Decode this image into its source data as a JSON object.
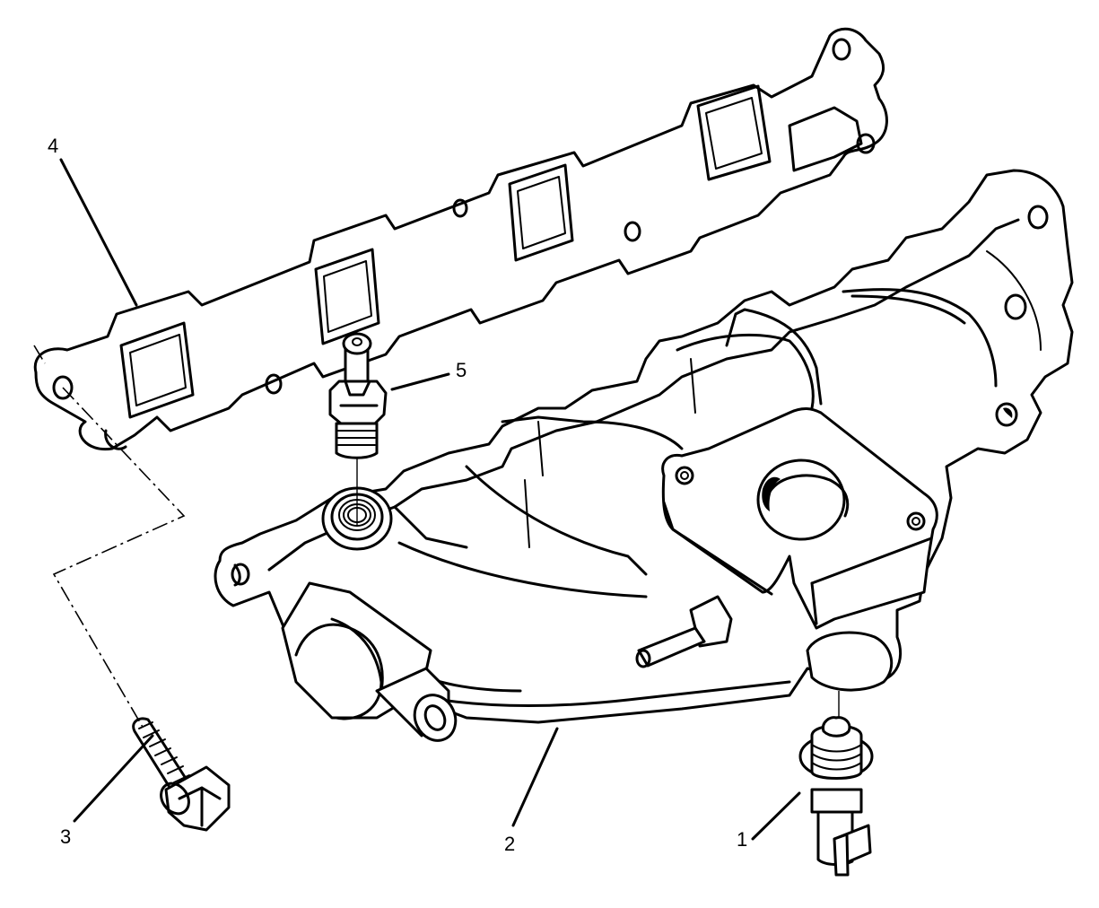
{
  "diagram": {
    "type": "exploded-view parts illustration",
    "subject": "intake manifold assembly",
    "colors": {
      "line": "#000000",
      "background": "#ffffff"
    },
    "callouts": [
      {
        "id": "1",
        "label": "1",
        "part": "sensor"
      },
      {
        "id": "2",
        "label": "2",
        "part": "manifold"
      },
      {
        "id": "3",
        "label": "3",
        "part": "bolt"
      },
      {
        "id": "4",
        "label": "4",
        "part": "gasket"
      },
      {
        "id": "5",
        "label": "5",
        "part": "fitting"
      }
    ]
  }
}
